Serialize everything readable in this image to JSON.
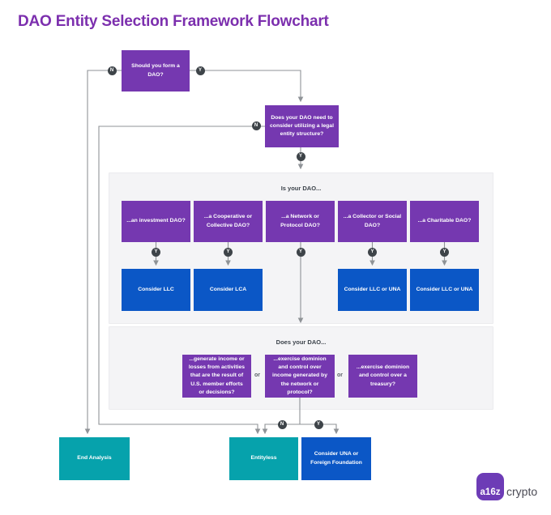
{
  "title": "DAO Entity Selection Framework Flowchart",
  "badges": {
    "yes": "Y",
    "no": "N"
  },
  "flow": {
    "start": "Should you form a DAO?",
    "legal_question": "Does your DAO need to consider utilizing a legal entity structure?",
    "section1": {
      "label": "Is your DAO...",
      "questions": [
        "...an investment DAO?",
        "...a Cooperative or Collective DAO?",
        "...a Network or Protocol DAO?",
        "...a Collector or Social DAO?",
        "...a Charitable DAO?"
      ],
      "answers": [
        "Consider LLC",
        "Consider LCA",
        "Consider LLC or UNA",
        "Consider LLC or UNA"
      ]
    },
    "section2": {
      "label": "Does your DAO...",
      "questions": [
        "...generate income or losses from activities that are the result of U.S. member efforts or decisions?",
        "...exercise dominion and control over income generated by the network or protocol?",
        "...exercise dominion and control over a treasury?"
      ],
      "or": "or"
    },
    "outcomes": {
      "end_analysis": "End Analysis",
      "entityless": "Entityless",
      "una": "Consider UNA or Foreign Foundation"
    }
  },
  "logo": {
    "mark": "a16z",
    "name": "crypto"
  },
  "colors": {
    "title": "#7c2fae",
    "question_node": "#7538b0",
    "consider_node": "#0b57c6",
    "outcome_node": "#06a2ac",
    "badge": "#3e4449",
    "connector": "#8f9397",
    "panel": "#f4f4f6"
  }
}
